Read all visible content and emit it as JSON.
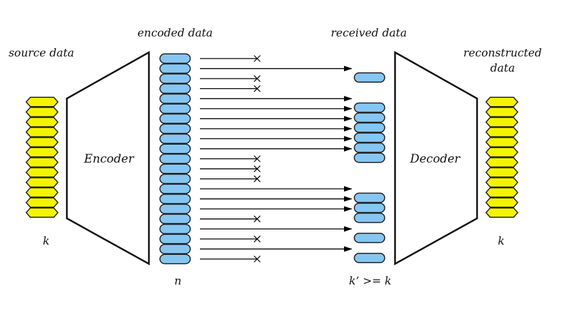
{
  "labels": {
    "source": "source data",
    "encoded": "encoded data",
    "received": "received data",
    "reconstructed_line1": "reconstructed",
    "reconstructed_line2": "data",
    "encoder": "Encoder",
    "decoder": "Decoder",
    "k_source": "k",
    "n_encoded": "n",
    "k_received": "k’ >= k",
    "k_reconstructed": "k"
  },
  "counts": {
    "source_packets": 12,
    "encoded_packets": 21,
    "reconstructed_packets": 12
  },
  "channel": [
    {
      "lost": true
    },
    {
      "lost": false
    },
    {
      "lost": true
    },
    {
      "lost": true
    },
    {
      "lost": false
    },
    {
      "lost": false
    },
    {
      "lost": false
    },
    {
      "lost": false
    },
    {
      "lost": false
    },
    {
      "lost": false
    },
    {
      "lost": true
    },
    {
      "lost": true
    },
    {
      "lost": true
    },
    {
      "lost": false
    },
    {
      "lost": false
    },
    {
      "lost": false
    },
    {
      "lost": true
    },
    {
      "lost": false
    },
    {
      "lost": true
    },
    {
      "lost": false
    },
    {
      "lost": true
    }
  ],
  "colors": {
    "source_fill": "#f5f400",
    "encoded_fill": "#86c6f2",
    "stroke": "#222222"
  }
}
